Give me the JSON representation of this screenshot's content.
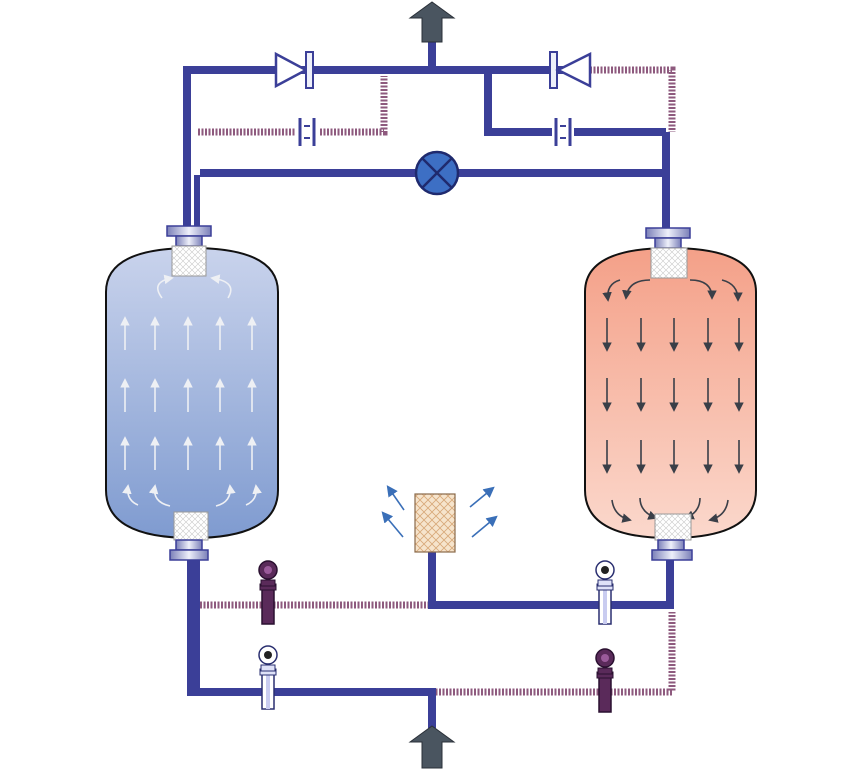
{
  "diagram": {
    "colors": {
      "active_pipe": "#3b3f98",
      "purge_pipe": "#8e5a7e",
      "left_tower_top": "#c9d3ec",
      "left_tower_bottom": "#7f9bd0",
      "right_tower_top": "#f4a088",
      "right_tower_bottom": "#fbd8cc",
      "valve_fill": "#ffffff",
      "crossing_valve": "#3d6fc4",
      "flow_arrow": "#4a5560",
      "heater_fill": "#f6e4cc",
      "heater_hatch": "#d8a878",
      "radiant_arrow": "#3a6fb8"
    },
    "left_tower": {
      "flow": "up",
      "state": "drying"
    },
    "right_tower": {
      "flow": "down",
      "state": "regenerating"
    },
    "outlet_arrow": "up-arrow-icon",
    "inlet_arrow": "up-arrow-icon"
  }
}
